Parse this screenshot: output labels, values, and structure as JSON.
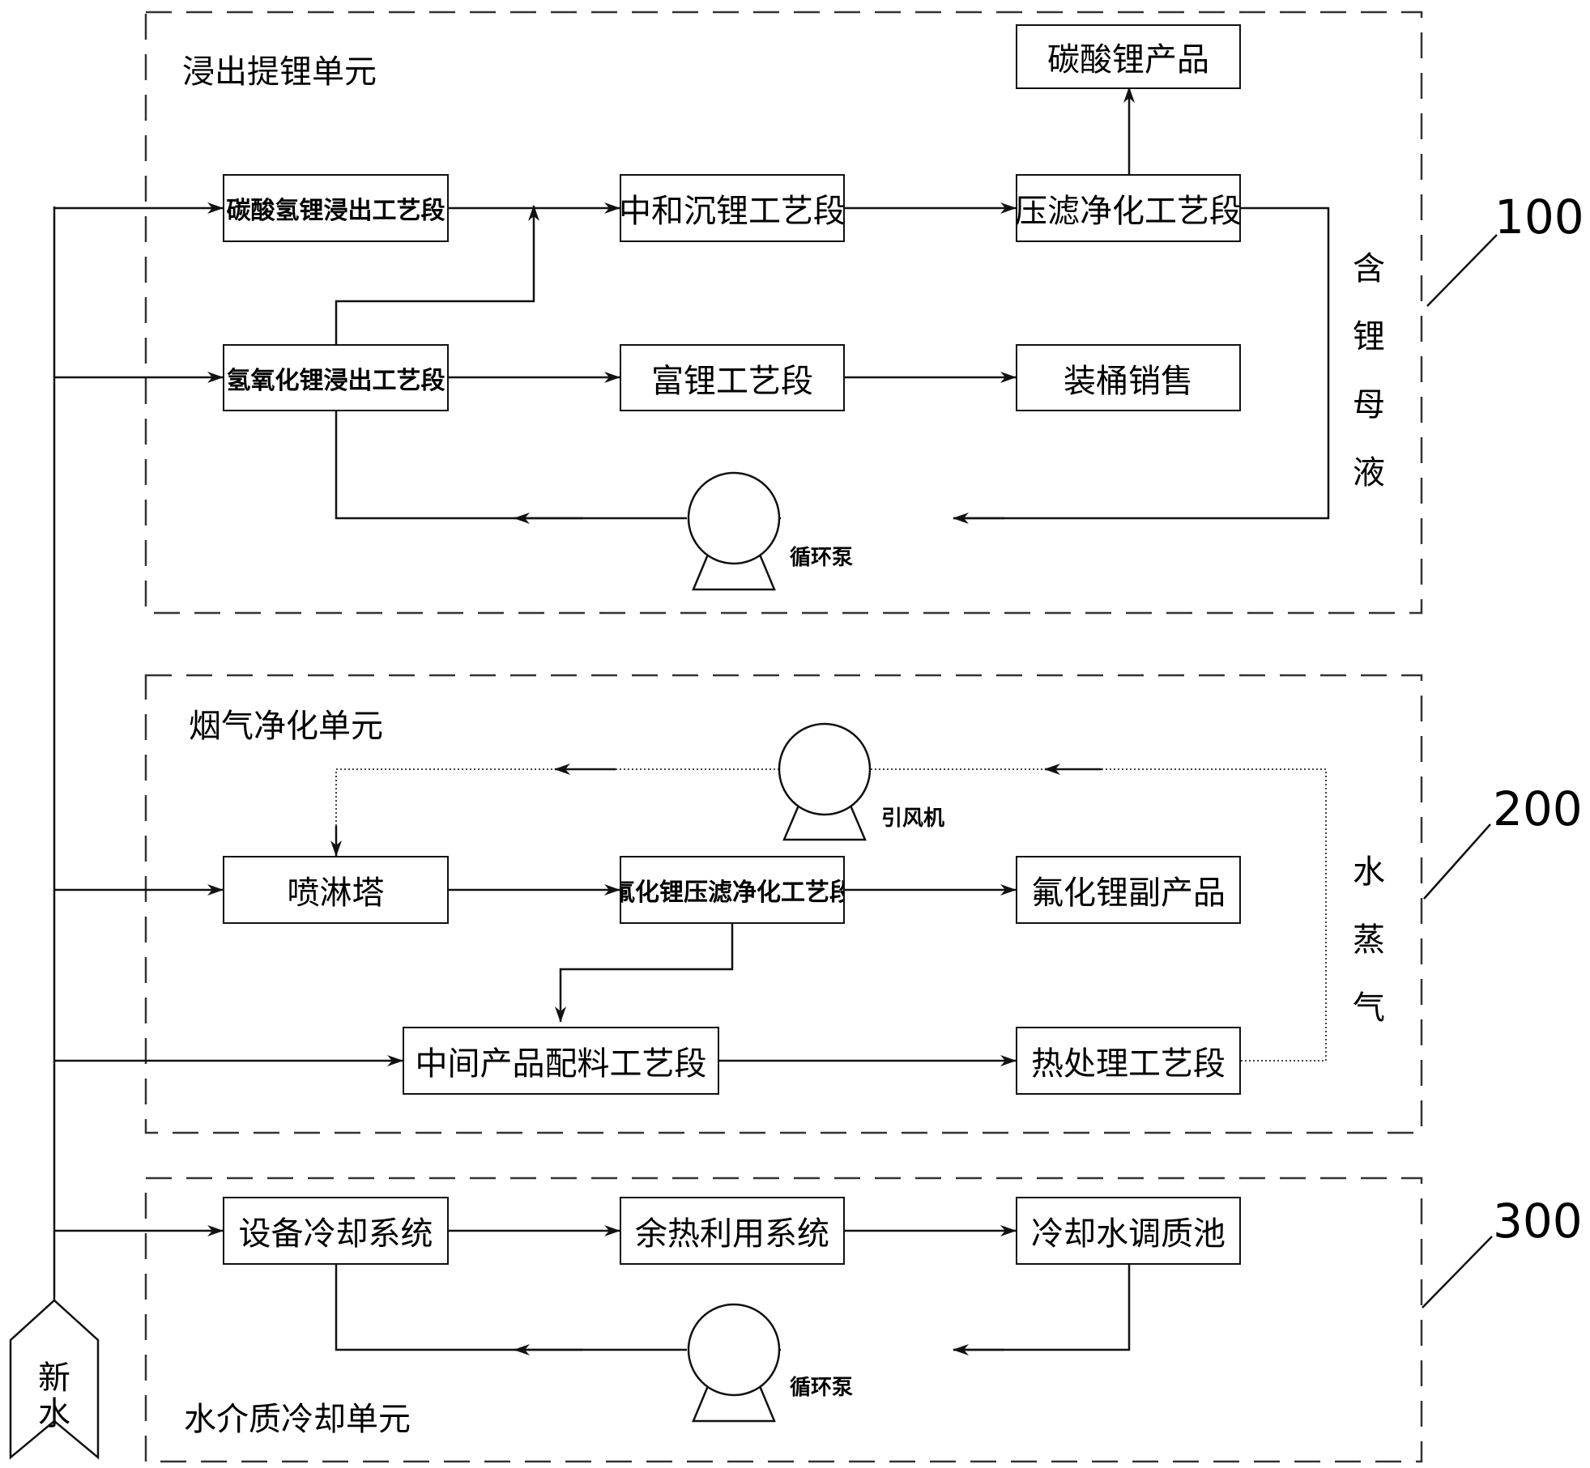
{
  "units": {
    "leaching": {
      "title": "浸出提锂单元",
      "ref": "100",
      "side_label": "含锂母液",
      "pump_label": "循环泵"
    },
    "flue_gas": {
      "title": "烟气净化单元",
      "ref": "200",
      "side_label": "水蒸气",
      "fan_label": "引风机"
    },
    "water_cooling": {
      "title": "水介质冷却单元",
      "ref": "300",
      "pump_label": "循环泵"
    }
  },
  "boxes": {
    "li2co3_product": "碳酸锂产品",
    "lihco3_leach": "碳酸氢锂浸出工艺段",
    "neutral_precip": "中和沉锂工艺段",
    "filter_purify": "压滤净化工艺段",
    "lioh_leach": "氢氧化锂浸出工艺段",
    "li_enrich": "富锂工艺段",
    "barrel_sales": "装桶销售",
    "spray_tower": "喷淋塔",
    "lif_filter": "氟化锂压滤净化工艺段",
    "lif_byproduct": "氟化锂副产品",
    "intermediate_batch": "中间产品配料工艺段",
    "heat_treatment": "热处理工艺段",
    "equip_cooling": "设备冷却系统",
    "waste_heat": "余热利用系统",
    "cooling_pool": "冷却水调质池"
  },
  "fresh_water": "新水"
}
